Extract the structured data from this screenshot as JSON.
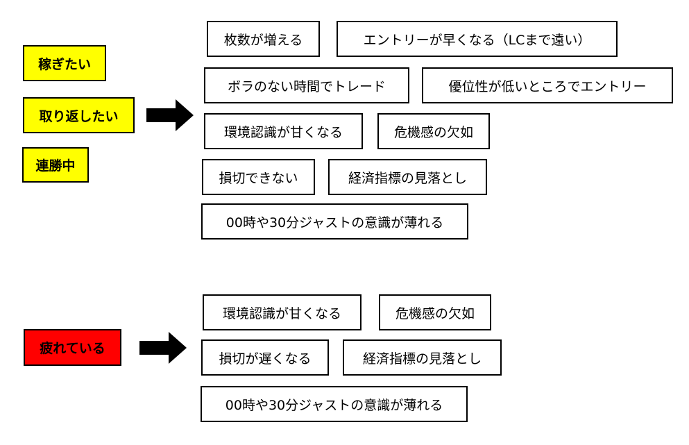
{
  "colors": {
    "yellow": "#ffff00",
    "red": "#ff0000"
  },
  "top": {
    "conditions": [
      "稼ぎたい",
      "取り返したい",
      "連勝中"
    ],
    "effects": [
      "枚数が増える",
      "エントリーが早くなる（LCまで遠い）",
      "ボラのない時間でトレード",
      "優位性が低いところでエントリー",
      "環境認識が甘くなる",
      "危機感の欠如",
      "損切できない",
      "経済指標の見落とし",
      "00時や30分ジャストの意識が薄れる"
    ]
  },
  "bottom": {
    "conditions": [
      "疲れている"
    ],
    "effects": [
      "環境認識が甘くなる",
      "危機感の欠如",
      "損切が遅くなる",
      "経済指標の見落とし",
      "00時や30分ジャストの意識が薄れる"
    ]
  }
}
